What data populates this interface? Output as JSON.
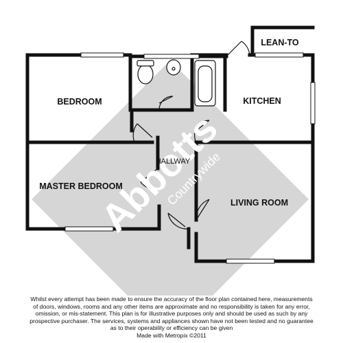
{
  "rooms": {
    "bedroom": "BEDROOM",
    "kitchen": "KITCHEN",
    "lean_to": "LEAN-TO",
    "hallway": "HALLWAY",
    "master_bedroom": "MASTER BEDROOM",
    "living_room": "LIVING ROOM"
  },
  "watermark": {
    "brand": "Abbotts",
    "sub": "Countrywide"
  },
  "disclaimer": {
    "line1": "Whilst every attempt has been made to ensure the accuracy of the floor plan contained here, measurements",
    "line2": "of doors, windows, rooms and any other items are approximate and no responsibility is taken for any error,",
    "line3": "omission, or mis-statement. This plan is for illustrative purposes only and should be used as such by any",
    "line4": "prospective purchaser. The services, systems and appliances shown have not been tested and no guarantee",
    "line5": "as to their operability or efficiency can be given",
    "line6": "Made with Metropix ©2011"
  },
  "colors": {
    "wall": "#111111",
    "watermark": "#d6d6d6"
  }
}
